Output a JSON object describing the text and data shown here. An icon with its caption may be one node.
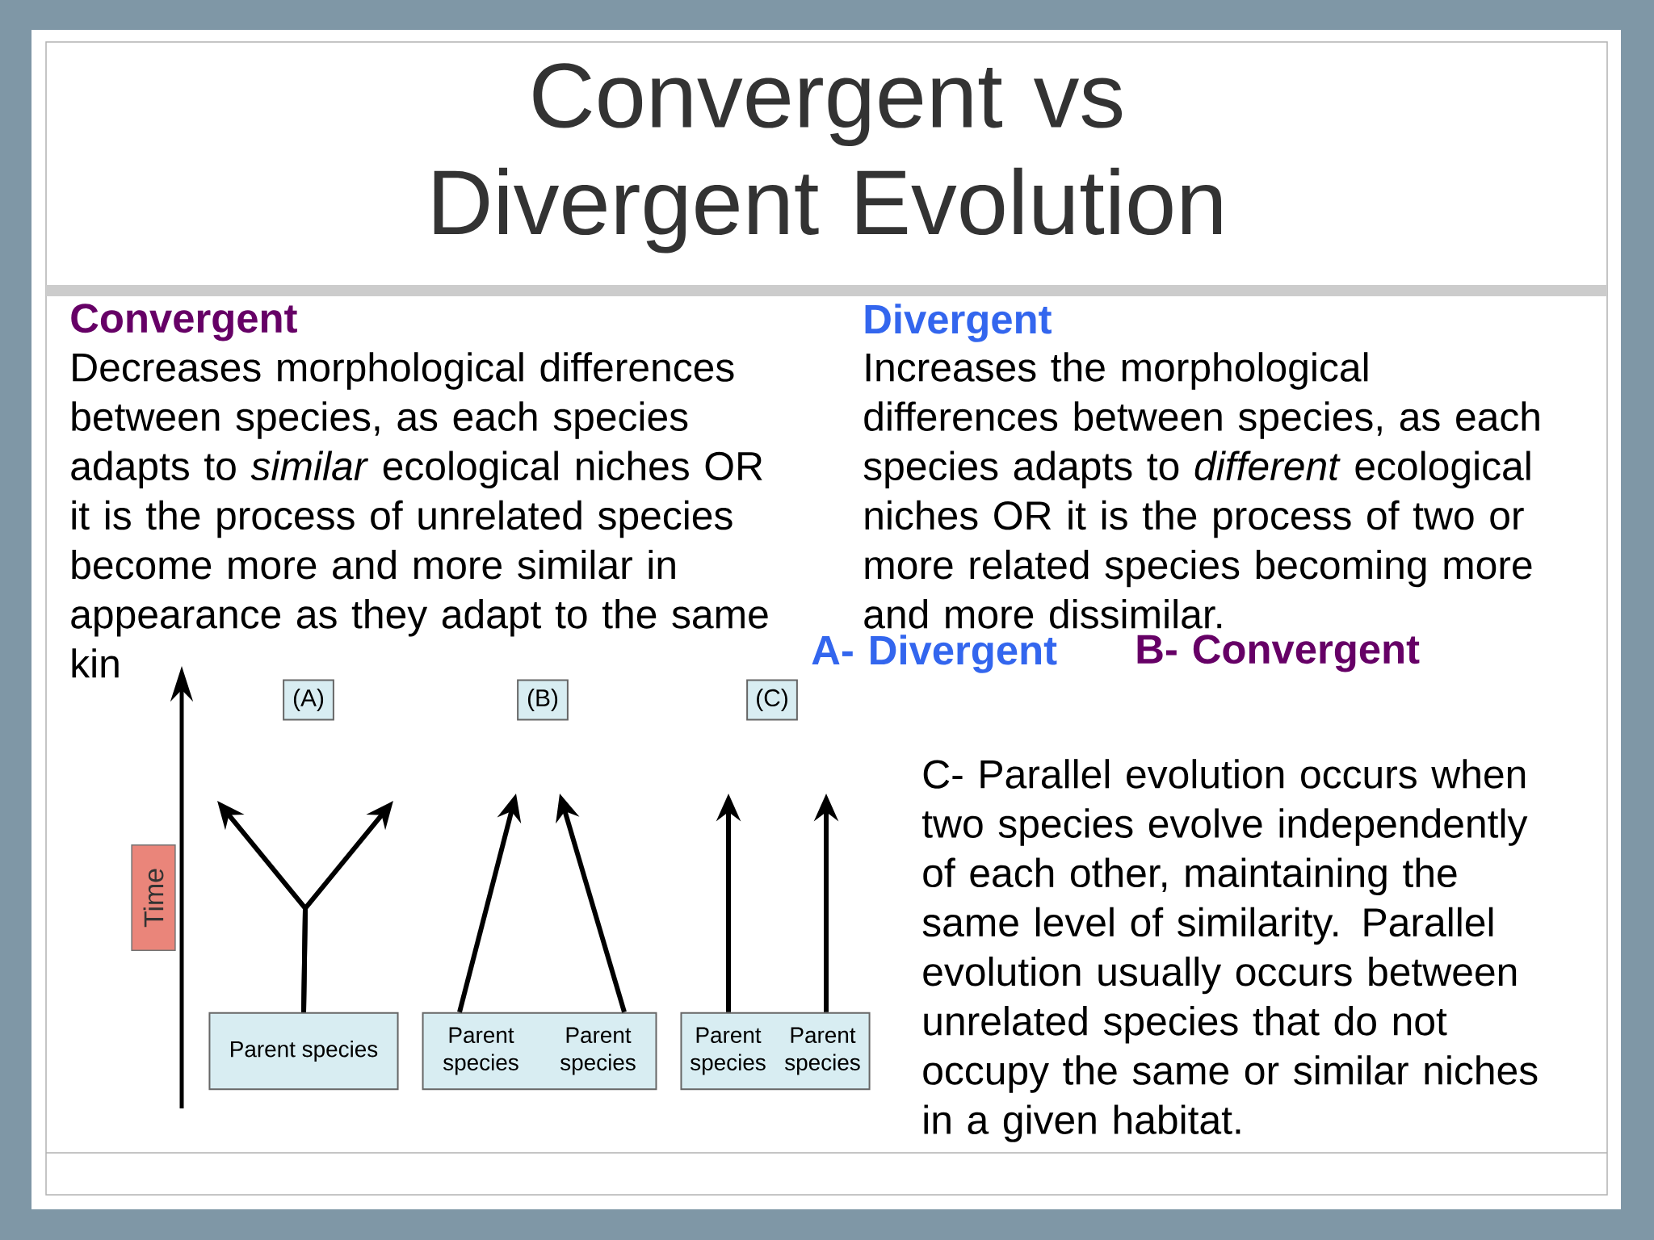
{
  "diagram": {
    "title": "Convergent vs Divergent Evolution",
    "nodes": [
      {
        "text": [
          "Time"
        ]
      },
      {
        "text": [
          "(A)"
        ]
      },
      {
        "text": [
          "(B)"
        ]
      },
      {
        "text": [
          "(C)"
        ]
      },
      {
        "text": [
          "Parent species"
        ]
      },
      {
        "text": [
          "Parent species",
          "Parent species"
        ]
      },
      {
        "text": [
          "Parent species",
          "Parent species"
        ]
      }
    ],
    "edges": [
      {
        "from": 4,
        "to": null,
        "arrow": "to"
      },
      {
        "from": 4,
        "to": null,
        "arrow": "to"
      },
      {
        "from": 5,
        "to": null,
        "arrow": "to"
      },
      {
        "from": 5,
        "to": null,
        "arrow": "to"
      },
      {
        "from": 6,
        "to": null,
        "arrow": "to"
      },
      {
        "from": 6,
        "to": null,
        "arrow": "to"
      }
    ],
    "labels": [
      "Convergent",
      "Decreases morphological differences between species, as each species adapts to *similar* ecological niches OR it is the process of unrelated species become more and more similar in appearance as they adapt to the same kin",
      "Divergent",
      "Increases the morphological differences between species, as each species adapts to *different* ecological niches OR it is the process of two or more related species becoming more and more dissimilar.",
      "A- Divergent",
      "B- Convergent",
      "C- Parallel evolution occurs when two species evolve independently of each other, maintaining the same level of similarity. Parallel evolution usually occurs between unrelated species that do not occupy the same or similar niches in a given habitat."
    ]
  }
}
